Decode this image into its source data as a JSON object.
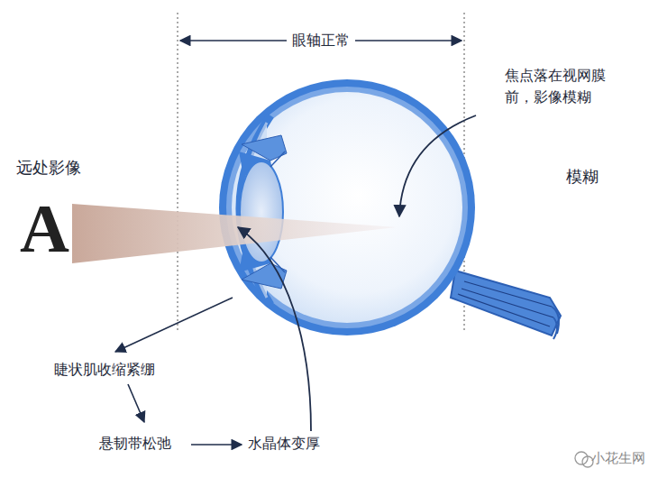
{
  "diagram": {
    "labels": [
      "眼轴正常",
      "远处影像",
      "A",
      "焦点落在视网膜 前，影像模糊",
      "模糊",
      "睫状肌收缩紧绷",
      "悬韧带松弛",
      "水晶体变厚",
      "小花生网"
    ]
  }
}
